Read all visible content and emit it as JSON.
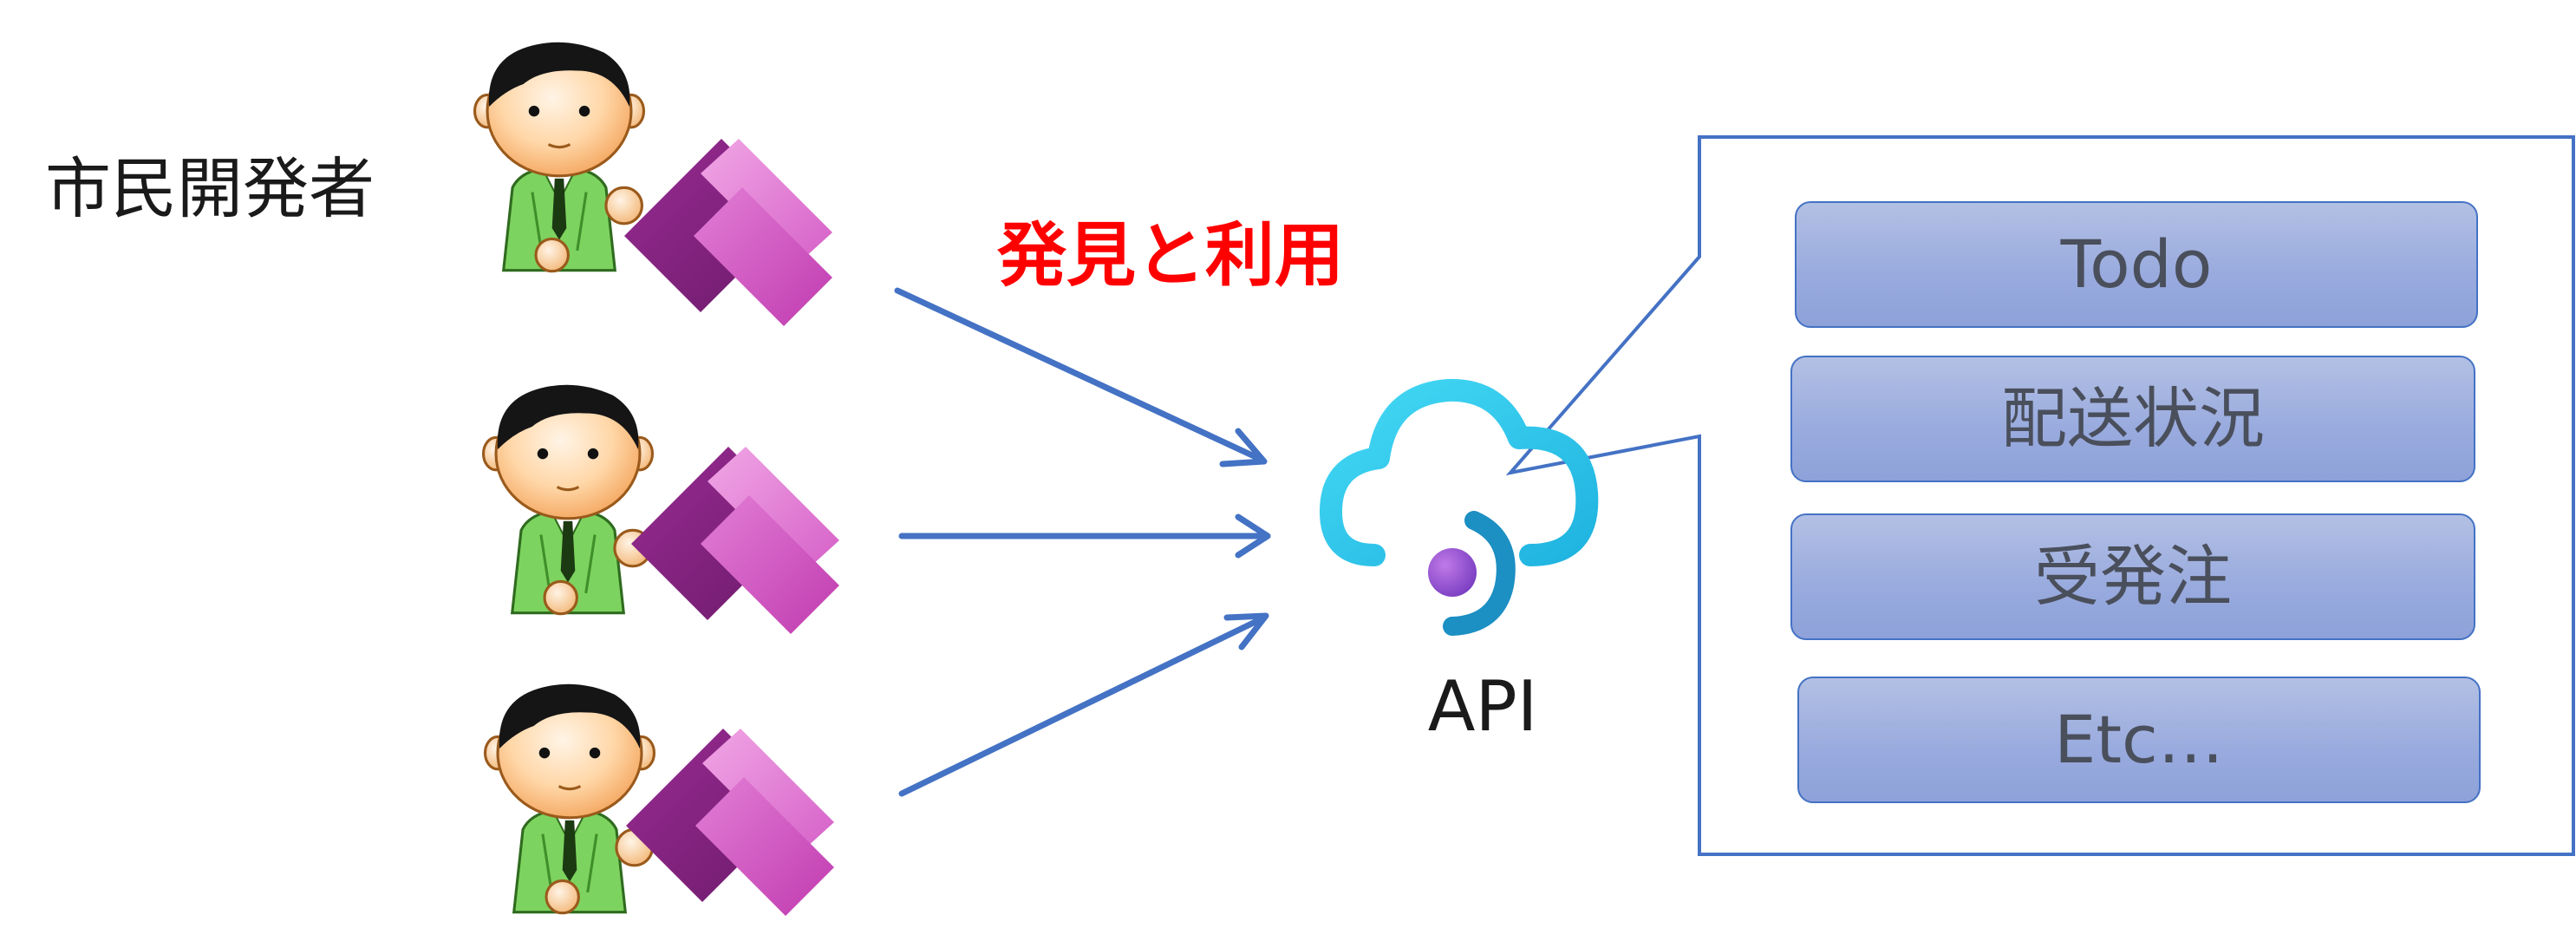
{
  "labels": {
    "citizen_developer": "市民開発者",
    "discover_and_use": "発見と利用",
    "api": "API"
  },
  "api_list": {
    "items": [
      "Todo",
      "配送状況",
      "受発注",
      "Etc…"
    ]
  },
  "icons": {
    "person": "person-icon",
    "power_apps": "power-apps-icon",
    "api_cloud": "api-cloud-icon"
  },
  "colors": {
    "arrow": "#4472c4",
    "callout_border": "#4472c4",
    "list_item_fill": "#98aade",
    "highlight_text": "#ff0000",
    "cloud_cyan": "#2ec8ef",
    "power_apps_magenta": "#c03bb0",
    "person_shirt": "#7dd35f"
  }
}
